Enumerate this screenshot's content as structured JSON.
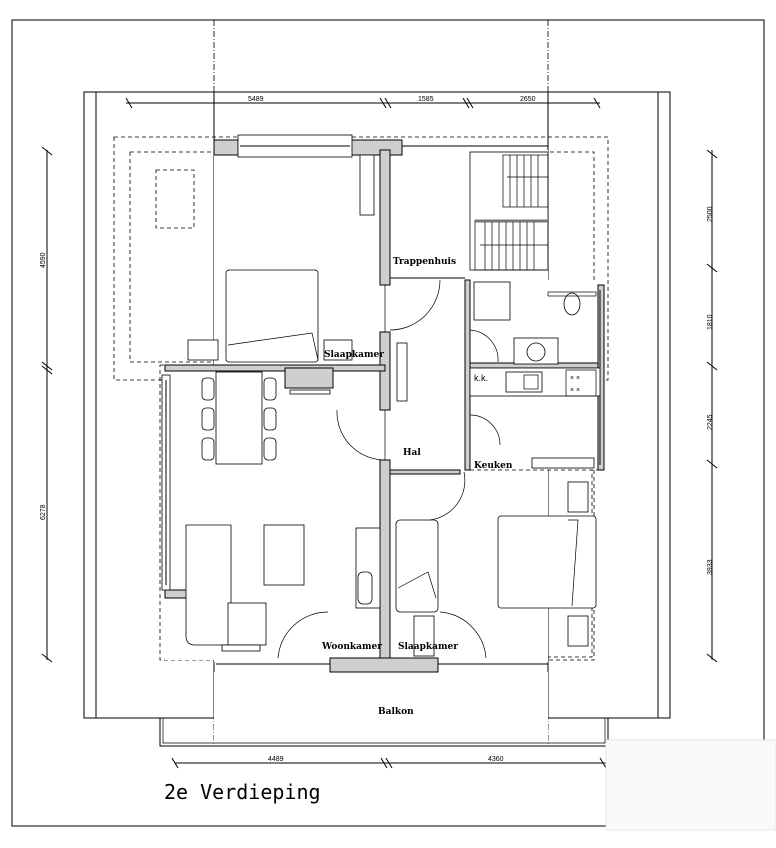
{
  "title": "2e Verdieping",
  "rooms": {
    "trappenhuis": "Trappenhuis",
    "slaapkamer_top": "Slaapkamer",
    "hal": "Hal",
    "keuken": "Keuken",
    "woonkamer": "Woonkamer",
    "slaapkamer_bottom": "Slaapkamer",
    "balkon": "Balkon",
    "kk": "k.k."
  },
  "dimensions": {
    "top": [
      "5489",
      "1585",
      "2650"
    ],
    "left": [
      "4590",
      "6278"
    ],
    "right": [
      "2500",
      "1810",
      "2245",
      "3933"
    ],
    "bottom": [
      "4489",
      "4360"
    ]
  },
  "colors": {
    "wall_fill": "#cfcfcf",
    "line": "#000000"
  }
}
